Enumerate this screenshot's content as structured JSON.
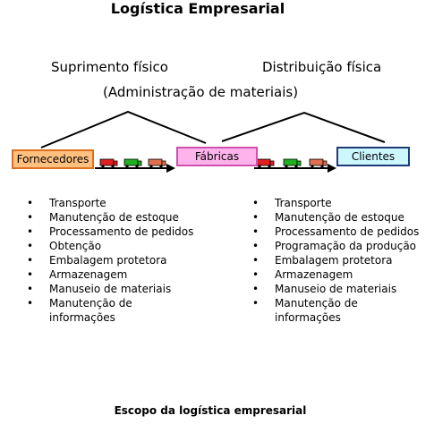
{
  "title": "Logística Empresarial",
  "labels": {
    "suprimento": "Suprimento físico",
    "distribuicao": "Distribuição física",
    "administracao": "(Administração de materiais)"
  },
  "nodes": {
    "fornecedores": "Fornecedores",
    "fabricas": "Fábricas",
    "clientes": "Clientes"
  },
  "truck_colors": [
    "#e02020",
    "#20b020",
    "#e07050"
  ],
  "left_list": [
    "Transporte",
    "Manutenção de estoque",
    "Processamento de pedidos",
    "Obtenção",
    "Embalagem protetora",
    "Armazenagem",
    "Manuseio de materiais",
    "Manutenção de informações"
  ],
  "right_list": [
    "Transporte",
    "Manutenção de estoque",
    "Processamento de pedidos",
    "Programação da produção",
    "Embalagem protetora",
    "Armazenagem",
    "Manuseio de materiais",
    "Manutenção de informações"
  ],
  "caption": "Escopo da logística empresarial"
}
